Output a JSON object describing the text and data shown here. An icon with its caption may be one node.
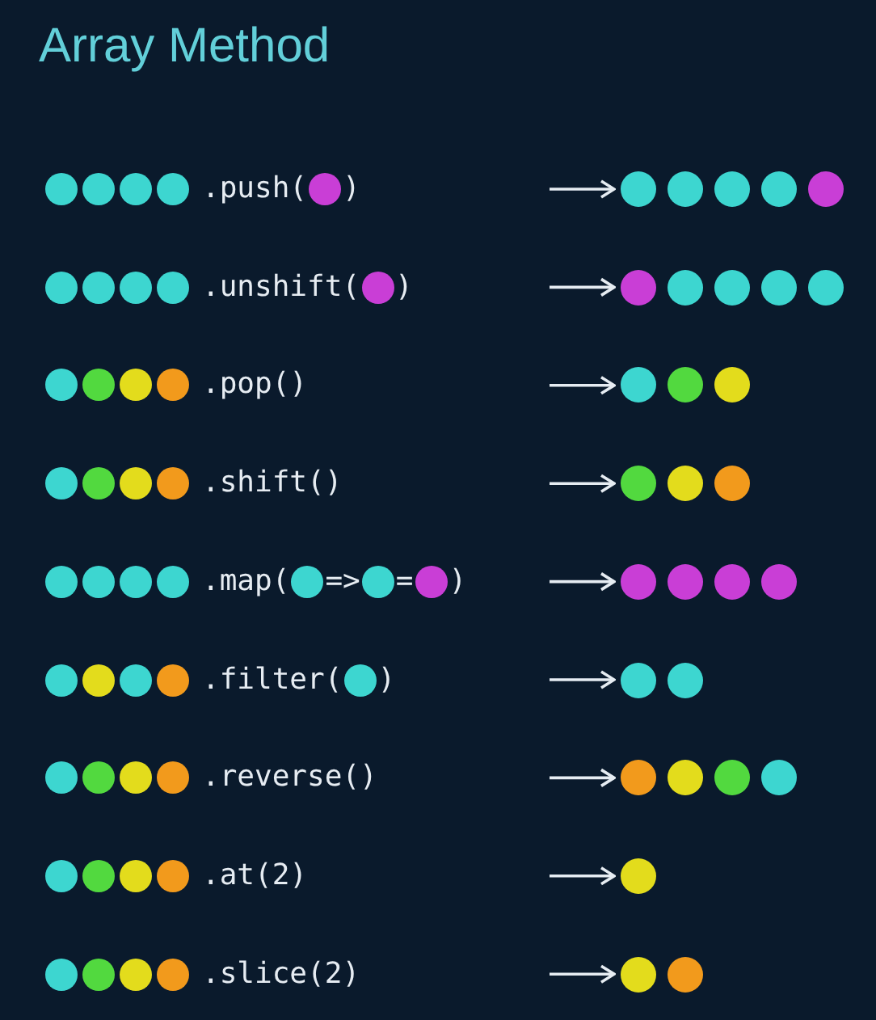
{
  "diagram": {
    "title": "Array Method",
    "nodes": [
      {
        "text": [
          ".push(",
          ")"
        ]
      },
      {
        "text": [],
        "shape": "circle"
      },
      {
        "text": [
          ".unshift(",
          ")"
        ]
      },
      {
        "text": [],
        "shape": "circle"
      },
      {
        "text": [
          ".pop()"
        ]
      },
      {
        "text": [],
        "shape": "circle"
      },
      {
        "text": [
          ".shift()"
        ]
      },
      {
        "text": [],
        "shape": "circle"
      },
      {
        "text": [
          ".map(",
          "=>",
          "=",
          ")"
        ]
      },
      {
        "text": [],
        "shape": "circle"
      },
      {
        "text": [
          ".filter(",
          ")"
        ]
      },
      {
        "text": [],
        "shape": "circle"
      },
      {
        "text": [
          ".reverse()"
        ]
      },
      {
        "text": [],
        "shape": "circle"
      },
      {
        "text": [
          ".at(2)"
        ]
      },
      {
        "text": [],
        "shape": "circle"
      },
      {
        "text": [
          ".slice(2)"
        ]
      },
      {
        "text": [],
        "shape": "circle"
      }
    ],
    "edges": [
      {
        "from": 0,
        "to": 1,
        "arrow": "to"
      },
      {
        "from": 2,
        "to": 3,
        "arrow": "to"
      },
      {
        "from": 4,
        "to": 5,
        "arrow": "to"
      },
      {
        "from": 6,
        "to": 7,
        "arrow": "to"
      },
      {
        "from": 8,
        "to": 9,
        "arrow": "to"
      },
      {
        "from": 10,
        "to": 11,
        "arrow": "to"
      },
      {
        "from": 12,
        "to": 13,
        "arrow": "to"
      },
      {
        "from": 14,
        "to": 15,
        "arrow": "to"
      },
      {
        "from": 16,
        "to": 17,
        "arrow": "to"
      }
    ]
  }
}
